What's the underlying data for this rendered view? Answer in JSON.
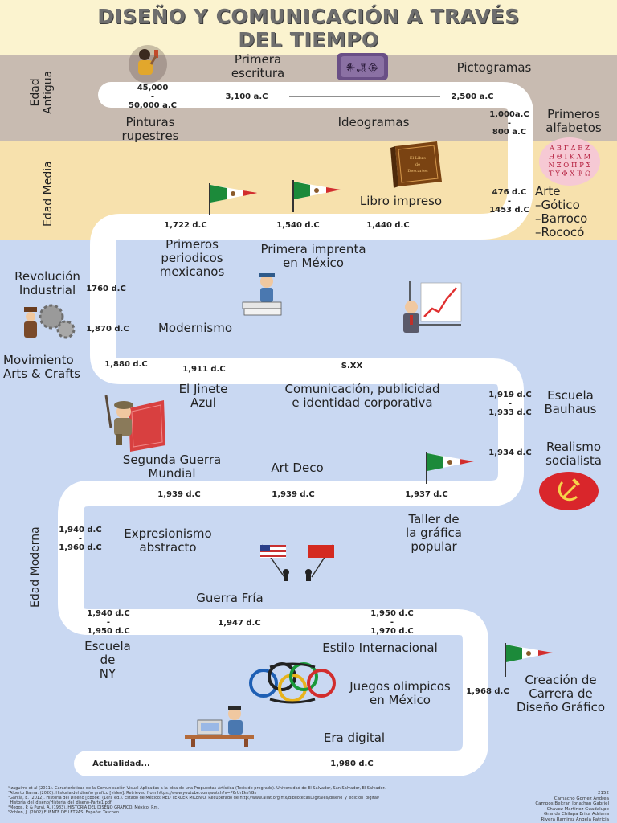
{
  "title": {
    "line1": "DISEÑO Y COMUNICACIÓN A TRAVÉS",
    "line2": "DEL TIEMPO"
  },
  "eras": {
    "antigua": "Edad\nAntigua",
    "media": "Edad Media",
    "moderna": "Edad Moderna"
  },
  "events": {
    "primera_escritura": "Primera\nescritura",
    "pictogramas": "Pictogramas",
    "pinturas_rupestres": "Pinturas\nrupestres",
    "ideogramas": "Ideogramas",
    "primeros_alfabetos": "Primeros\nalfabetos",
    "arte": "Arte\n–Gótico\n–Barroco\n–Rococó",
    "libro_impreso": "Libro impreso",
    "primeros_periodicos": "Primeros\nperiodicos\nmexicanos",
    "primera_imprenta": "Primera imprenta\nen México",
    "revolucion_industrial": "Revolución\nIndustrial",
    "modernismo": "Modernismo",
    "arts_crafts": "Movimiento\nArts & Crafts",
    "jinete_azul": "El Jinete\nAzul",
    "comunicacion": "Comunicación, publicidad\ne identidad corporativa",
    "bauhaus": "Escuela\nBauhaus",
    "realismo": "Realismo\nsocialista",
    "segunda_guerra": "Segunda Guerra\nMundial",
    "art_deco": "Art Deco",
    "taller_grafica": "Taller de\nla gráfica\npopular",
    "expresionismo": "Expresionismo\nabstracto",
    "guerra_fria": "Guerra Fría",
    "escuela_ny": "Escuela\nde\nNY",
    "estilo_internacional": "Estilo Internacional",
    "juegos_olimpicos": "Juegos olimpicos\nen México",
    "creacion_carrera": "Creación de\nCarrera de\nDiseño Gráfico",
    "era_digital": "Era digital"
  },
  "dates": {
    "d45000": "45,000\n-\n50,000 a.C",
    "d3100": "3,100 a.C",
    "d2500": "2,500 a.C",
    "d1000": "1,000a.C\n-\n800 a.C",
    "d476": "476 d.C\n-\n1453 d.C",
    "d1722": "1,722 d.C",
    "d1540": "1,540 d.C",
    "d1440": "1,440 d.C",
    "d1760": "1760 d.C",
    "d1870": "1,870 d.C",
    "d1880": "1,880 d.C",
    "d1911": "1,911 d.C",
    "sxx": "S.XX",
    "d1919": "1,919 d.C\n-\n1,933 d.C",
    "d1934": "1,934 d.C",
    "d1939a": "1,939 d.C",
    "d1939b": "1,939 d.C",
    "d1937": "1,937 d.C",
    "d1940": "1,940 d.C\n-\n1,960 d.C",
    "d1940b": "1,940 d.C\n-\n1,950 d.C",
    "d1947": "1,947 d.C",
    "d1950": "1,950 d.C\n-\n1,970 d.C",
    "d1968": "1,968 d.C",
    "actualidad": "Actualidad...",
    "d1980": "1,980 d.C"
  },
  "alphabet": "Α Β Γ Δ Ε Ζ\nΗ Θ Ι Κ Λ Μ\nΝ Ξ Ο Π Ρ Σ\nΤ Υ Φ Χ Ψ Ω",
  "book_title": "El\nLibro\nde\nDescartes",
  "footnotes": [
    "¹Izaguirre et al (2011). Características de la Comunicación Visual Aplicadas a la Idea de una Propuestas Artística (Tesis de pregrado). Universidad de El Salvador, San Salvador, El Salvador.",
    "²Alberto Barna. (2020). Historia del diseño gráfico [video]. Retrieved from https://www.youtube.com/watch?v=P6rUrEkeYGs",
    "³García, E. (2012). Historia del Diseño [Ebook] (1era ed.). Estado de México: RED TERCER MILENIO. Recuperado de http://www.aliat.org.mx/BibliotecasDigitales/diseno_y_edicion_digital/",
    "_Historia_del_diseno/Historia_del_diseno-Parte1.pdf",
    "⁴Meggs, P. & Purvi, A. (1983). HISTORIA DEL DISEÑO GRÁFICO. México: Rm.",
    "⁵Pohlen, J. (2002) FUENTE DE LETRAS. España: Taschen."
  ],
  "credits": [
    "2152",
    "Camacho Gomez Andrea",
    "Campos Beltran Jonathan Gabriel",
    "Chavez Martinez Guadalupe",
    "Grande Chilapa Erika Adriana",
    "Rivera Ramirez Angela Patricia"
  ],
  "colors": {
    "antigua": "#c8bbb1",
    "media": "#f7e1ad",
    "moderna": "#c9d8f2",
    "road": "#ffffff",
    "title": "#6e6e6e"
  }
}
